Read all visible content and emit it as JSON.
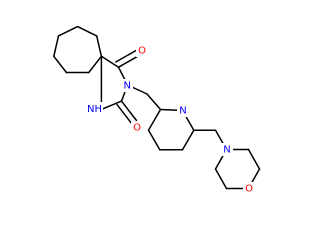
{
  "molecule": {
    "atoms": [
      {
        "id": "N1",
        "label": "NH",
        "color": "#0000ff"
      },
      {
        "id": "N2",
        "label": "N",
        "color": "#0000ff"
      },
      {
        "id": "O1",
        "label": "O",
        "color": "#ff0000"
      },
      {
        "id": "O2",
        "label": "O",
        "color": "#ff0000"
      },
      {
        "id": "N3",
        "label": "N",
        "color": "#0000ff"
      },
      {
        "id": "N4",
        "label": "N",
        "color": "#0000ff"
      },
      {
        "id": "O3",
        "label": "O",
        "color": "#ff0000"
      }
    ]
  }
}
